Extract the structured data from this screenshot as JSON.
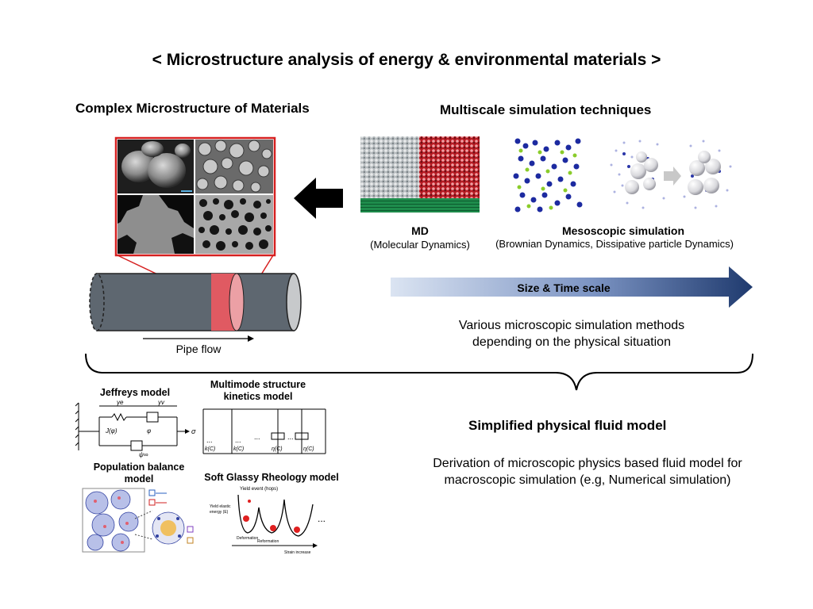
{
  "title": "< Microstructure analysis of energy & environmental materials >",
  "left": {
    "heading": "Complex Microstructure of Materials",
    "pipe_label": "Pipe flow"
  },
  "right": {
    "heading": "Multiscale simulation techniques",
    "md_title": "MD",
    "md_sub": "(Molecular Dynamics)",
    "meso_title": "Mesoscopic simulation",
    "meso_sub": "(Brownian Dynamics, Dissipative particle Dynamics)",
    "arrow_label": "Size & Time scale",
    "desc_line1": "Various microscopic simulation methods",
    "desc_line2": "depending on the physical situation"
  },
  "models": {
    "jeffreys": "Jeffreys model",
    "multimode_l1": "Multimode structure",
    "multimode_l2": "kinetics model",
    "population_l1": "Population balance",
    "population_l2": "model",
    "sgr": "Soft Glassy Rheology model",
    "sgr_yield": "Yield event (hops)",
    "sgr_energy1": "Yield elastic",
    "sgr_energy2": "energy (E)",
    "sgr_deform": "Deformation",
    "sgr_reform": "Reformation",
    "sgr_strain": "Strain increase",
    "dots": "..."
  },
  "fluid": {
    "heading": "Simplified physical fluid model",
    "desc_line1": "Derivation of microscopic physics based fluid model for",
    "desc_line2": "macroscopic simulation (e.g, Numerical simulation)"
  }
}
